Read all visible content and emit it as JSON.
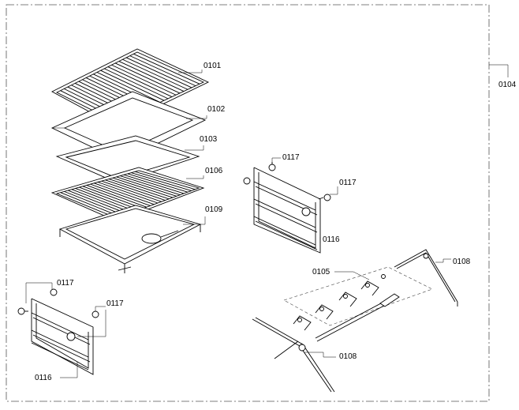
{
  "diagram": {
    "labels": {
      "frame": "0104",
      "grid_top": "0101",
      "tray_deep": "0102",
      "tray_flat": "0103",
      "grid_mid": "0106",
      "grid_bottom": "0109",
      "screw_r_1": "0117",
      "screw_r_2": "0117",
      "rail_right": "0116",
      "screw_l_1": "0117",
      "screw_l_2": "0117",
      "rail_left": "0116",
      "rotisserie": "0105",
      "support_right": "0108",
      "support_left": "0108"
    }
  }
}
